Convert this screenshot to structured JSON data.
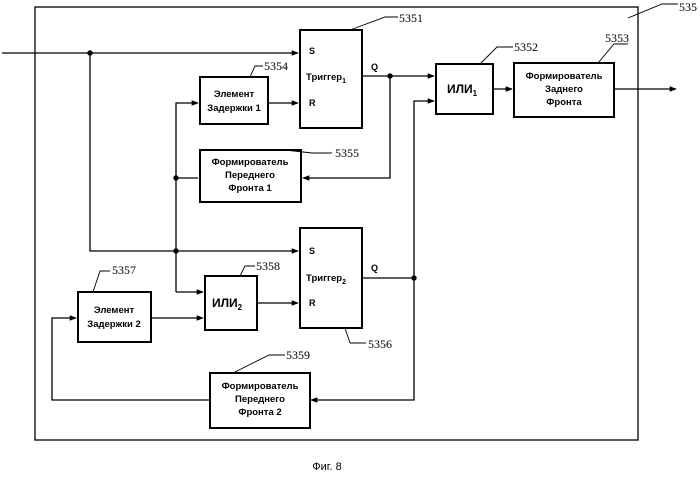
{
  "figure": {
    "caption": "Фиг. 8",
    "outer_ref": "535"
  },
  "blocks": {
    "trigger1": {
      "ref": "5351",
      "label": "Триггер",
      "subscript": "1",
      "pin_s": "S",
      "pin_r": "R",
      "pin_q": "Q"
    },
    "or1": {
      "ref": "5352",
      "label": "ИЛИ",
      "subscript": "1"
    },
    "trailing_edge_former": {
      "ref": "5353",
      "lines": [
        "Формирователь",
        "Заднего",
        "Фронта"
      ]
    },
    "delay1": {
      "ref": "5354",
      "lines": [
        "Элемент",
        "Задержки 1"
      ]
    },
    "leading_edge_former1": {
      "ref": "5355",
      "lines": [
        "Формирователь",
        "Переднего",
        "Фронта 1"
      ]
    },
    "trigger2": {
      "ref": "5356",
      "label": "Триггер",
      "subscript": "2",
      "pin_s": "S",
      "pin_r": "R",
      "pin_q": "Q"
    },
    "delay2": {
      "ref": "5357",
      "lines": [
        "Элемент",
        "Задержки 2"
      ]
    },
    "or2": {
      "ref": "5358",
      "label": "ИЛИ",
      "subscript": "2"
    },
    "leading_edge_former2": {
      "ref": "5359",
      "lines": [
        "Формирователь",
        "Переднего",
        "Фронта 2"
      ]
    }
  },
  "colors": {
    "line": "#000000",
    "background": "#ffffff"
  }
}
